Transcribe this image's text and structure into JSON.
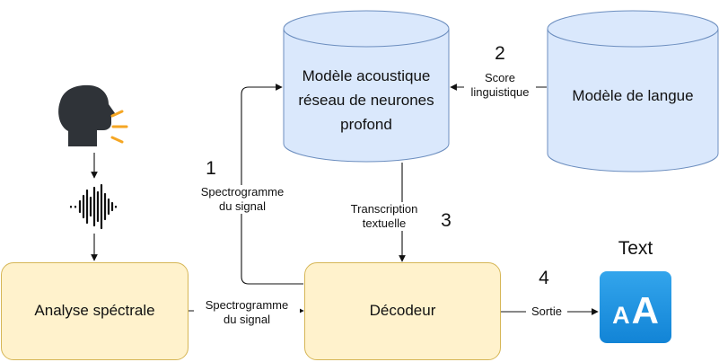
{
  "nodes": {
    "acoustic_model": {
      "label_lines": [
        "Modèle acoustique",
        "réseau de neurones",
        "profond"
      ]
    },
    "language_model": {
      "label": "Modèle de langue"
    },
    "spectral_analysis": {
      "label": "Analyse spéctrale"
    },
    "decoder": {
      "label": "Décodeur"
    },
    "output": {
      "title": "Text",
      "glyph_small": "A",
      "glyph_large": "A"
    }
  },
  "edges": {
    "spectral_to_acoustic": {
      "step": "1",
      "label_lines": [
        "Spectrogramme",
        "du signal"
      ]
    },
    "language_to_acoustic": {
      "step": "2",
      "label_lines": [
        "Score",
        "linguistique"
      ]
    },
    "acoustic_to_decoder": {
      "step": "3",
      "label_lines": [
        "Transcription",
        "textuelle"
      ]
    },
    "decoder_to_output": {
      "step": "4",
      "label": "Sortie"
    },
    "spectral_to_decoder": {
      "label_lines": [
        "Spectrogramme",
        "du signal"
      ]
    }
  },
  "icons": {
    "speaker": "speaking-head-icon",
    "waveform": "sound-wave-icon",
    "output": "text-font-icon"
  },
  "colors": {
    "cylinder_fill": "#dae8fc",
    "cylinder_stroke": "#6c8ebf",
    "box_fill": "#fff2cc",
    "box_stroke": "#d6b656",
    "icon_blue": "#1a8fe0",
    "head": "#2f3338",
    "speech_lines": "#f5a623"
  }
}
